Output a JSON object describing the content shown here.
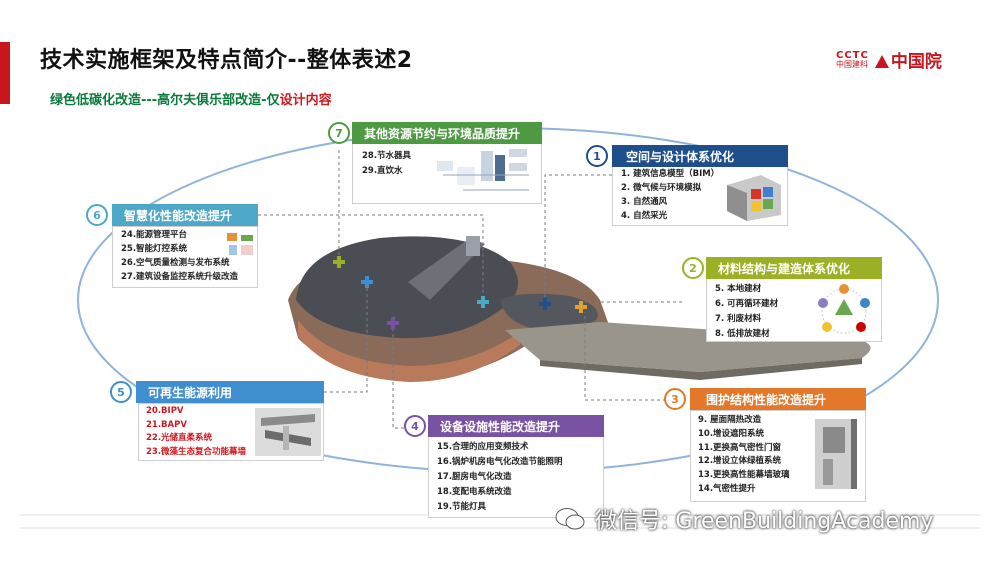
{
  "title": "技术实施框架及特点简介--整体表述2",
  "subtitle": {
    "green": "绿色低碳化改造---高尔夫俱乐部改造-仅",
    "red": "设计内容"
  },
  "logo": {
    "top": "CCTC",
    "bottom": "中国建科",
    "right": "中国院"
  },
  "colors": {
    "blue": "#1f4f8a",
    "orange": "#e3782a",
    "olive": "#9cb025",
    "purple": "#7a52a3",
    "green": "#4d9a43",
    "red": "#d0181f"
  },
  "panels": {
    "p1": {
      "num": "1",
      "title": "空间与设计体系优化",
      "items": [
        "1. 建筑信息模型（BIM）",
        "2. 微气候与环境模拟",
        "3. 自然通风",
        "4. 自然采光"
      ]
    },
    "p2": {
      "num": "2",
      "title": "材料结构与建造体系优化",
      "items": [
        "5. 本地建材",
        "6. 可再循环建材",
        "7. 利废材料",
        "8. 低排放建材"
      ]
    },
    "p3": {
      "num": "3",
      "title": "围护结构性能改造提升",
      "items": [
        "9. 屋面隔热改造",
        "10.增设遮阳系统",
        "11.更换高气密性门窗",
        "12.增设立体绿植系统",
        "13.更换高性能幕墙玻璃",
        "14.气密性提升"
      ]
    },
    "p4": {
      "num": "4",
      "title": "设备设施性能改造提升",
      "items": [
        "15.合理的应用变频技术",
        "16.锅炉机房电气化改造节能照明",
        "17.厨房电气化改造",
        "18.变配电系统改造",
        "19.节能灯具"
      ]
    },
    "p5": {
      "num": "5",
      "title": "可再生能源利用",
      "items": [
        "20.BIPV",
        "21.BAPV",
        "22.光储直柔系统",
        "23.微藻生态复合功能幕墙"
      ]
    },
    "p6": {
      "num": "6",
      "title": "智慧化性能改造提升",
      "items": [
        "24.能源管理平台",
        "25.智能灯控系统",
        "26.空气质量检测与发布系统",
        "27.建筑设备监控系统升级改造"
      ]
    },
    "p7": {
      "num": "7",
      "title": "其他资源节约与环境品质提升",
      "items": [
        "28.节水器具",
        "29.直饮水"
      ]
    }
  },
  "watermark": "微信号: GreenBuildingAcademy"
}
